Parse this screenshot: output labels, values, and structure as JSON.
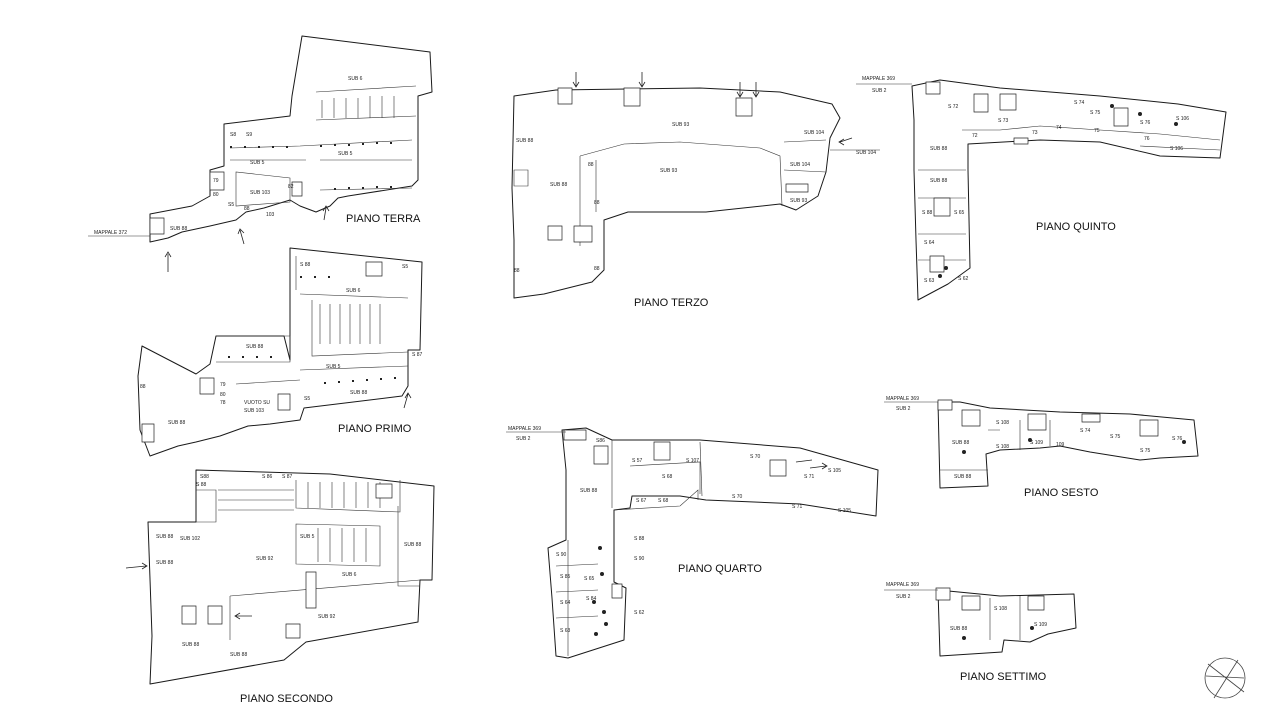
{
  "floors": {
    "terra": {
      "title": "PIANO TERRA",
      "mappale": "MAPPALE 372"
    },
    "primo": {
      "title": "PIANO PRIMO",
      "vuoto": "VUOTO SU",
      "vuoto_sub": "SUB 103"
    },
    "secondo": {
      "title": "PIANO SECONDO"
    },
    "terzo": {
      "title": "PIANO TERZO"
    },
    "quarto": {
      "title": "PIANO QUARTO",
      "mappale": "MAPPALE 369",
      "sub": "SUB 2"
    },
    "quinto": {
      "title": "PIANO QUINTO",
      "mappale": "MAPPALE 369",
      "sub": "SUB 2"
    },
    "sesto": {
      "title": "PIANO SESTO",
      "mappale": "MAPPALE 369",
      "sub": "SUB 2"
    },
    "settimo": {
      "title": "PIANO SETTIMO",
      "mappale": "MAPPALE 369",
      "sub": "SUB 2"
    }
  },
  "labels": {
    "terra": [
      "SUB 6",
      "SUB 5",
      "SUB 5",
      "SUB 103",
      "SUB 88",
      "S8",
      "S9",
      "S5",
      "88",
      "103",
      "79",
      "80",
      "82"
    ],
    "primo": [
      "SUB 6",
      "SUB 5",
      "SUB 88",
      "SUB 88",
      "SUB 88",
      "S 87",
      "S5",
      "S5",
      "S 88",
      "88",
      "79",
      "80",
      "78"
    ],
    "secondo": [
      "SUB 5",
      "SUB 6",
      "SUB 92",
      "SUB 92",
      "SUB 88",
      "SUB 102",
      "SUB 88",
      "SUB 88",
      "SUB 88",
      "SUB 88",
      "S88",
      "S 88",
      "S 86",
      "S 87"
    ],
    "terzo": [
      "SUB 88",
      "SUB 88",
      "SUB 93",
      "SUB 93",
      "SUB 93",
      "SUB 104",
      "SUB 104",
      "SUB 104",
      "88",
      "88",
      "88",
      "88"
    ],
    "quarto": [
      "SUB 88",
      "S 57",
      "S 107",
      "S 68",
      "S 67",
      "S 68",
      "S 70",
      "S 71",
      "S 70",
      "S 71",
      "S 105",
      "S 105",
      "S 90",
      "S 88",
      "S 90",
      "S 85",
      "S 65",
      "S 64",
      "S 84",
      "S 63",
      "S 62",
      "S86"
    ],
    "quinto": [
      "SUB 88",
      "SUB 88",
      "S 72",
      "S 73",
      "S 74",
      "S 75",
      "S 76",
      "S 106",
      "S 106",
      "S 88",
      "S 65",
      "S 64",
      "S 63",
      "S 62",
      "72",
      "73",
      "74",
      "75",
      "76"
    ],
    "sesto": [
      "SUB 88",
      "SUB 88",
      "S 108",
      "S 109",
      "S 108",
      "S 74",
      "S 75",
      "S 76",
      "S 75",
      "109"
    ],
    "settimo": [
      "SUB 88",
      "S 108",
      "S 109"
    ]
  }
}
